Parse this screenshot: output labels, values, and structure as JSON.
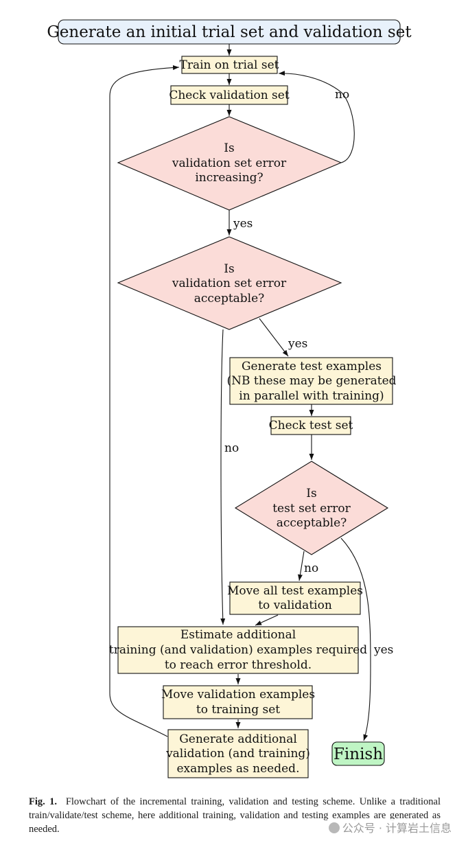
{
  "nodes": {
    "start": "Generate an initial trial set and validation set",
    "train": "Train on trial set",
    "check_val": "Check validation set",
    "q_increasing": [
      "Is",
      "validation set error",
      "increasing?"
    ],
    "q_acceptable": [
      "Is",
      "validation set error",
      "acceptable?"
    ],
    "gen_test": [
      "Generate test examples",
      "(NB these may be generated",
      "in parallel with training)"
    ],
    "check_test": "Check test set",
    "q_test": [
      "Is",
      "test set error",
      "acceptable?"
    ],
    "move_test": [
      "Move all test examples",
      "to validation"
    ],
    "estimate": [
      "Estimate additional",
      "training (and validation) examples required",
      "to reach error threshold."
    ],
    "move_val": [
      "Move validation examples",
      "to training set"
    ],
    "gen_additional": [
      "Generate additional",
      "validation (and training)",
      "examples as needed."
    ],
    "finish": "Finish"
  },
  "edge_labels": {
    "inc_no": "no",
    "inc_yes": "yes",
    "acc_yes": "yes",
    "acc_no": "no",
    "test_no": "no",
    "test_yes": "yes"
  },
  "caption": {
    "label": "Fig. 1.",
    "text": "Flowchart of the incremental training, validation and testing scheme. Unlike a traditional train/validate/test scheme, here additional training, validation and testing examples are generated as needed."
  },
  "watermark": "公众号 · 计算岩土信息",
  "colors": {
    "box_fill": "#fdf5d7",
    "diamond_fill": "#fbdcd8",
    "start_fill": "#e8f1fb",
    "finish_fill": "#bff5c4"
  }
}
